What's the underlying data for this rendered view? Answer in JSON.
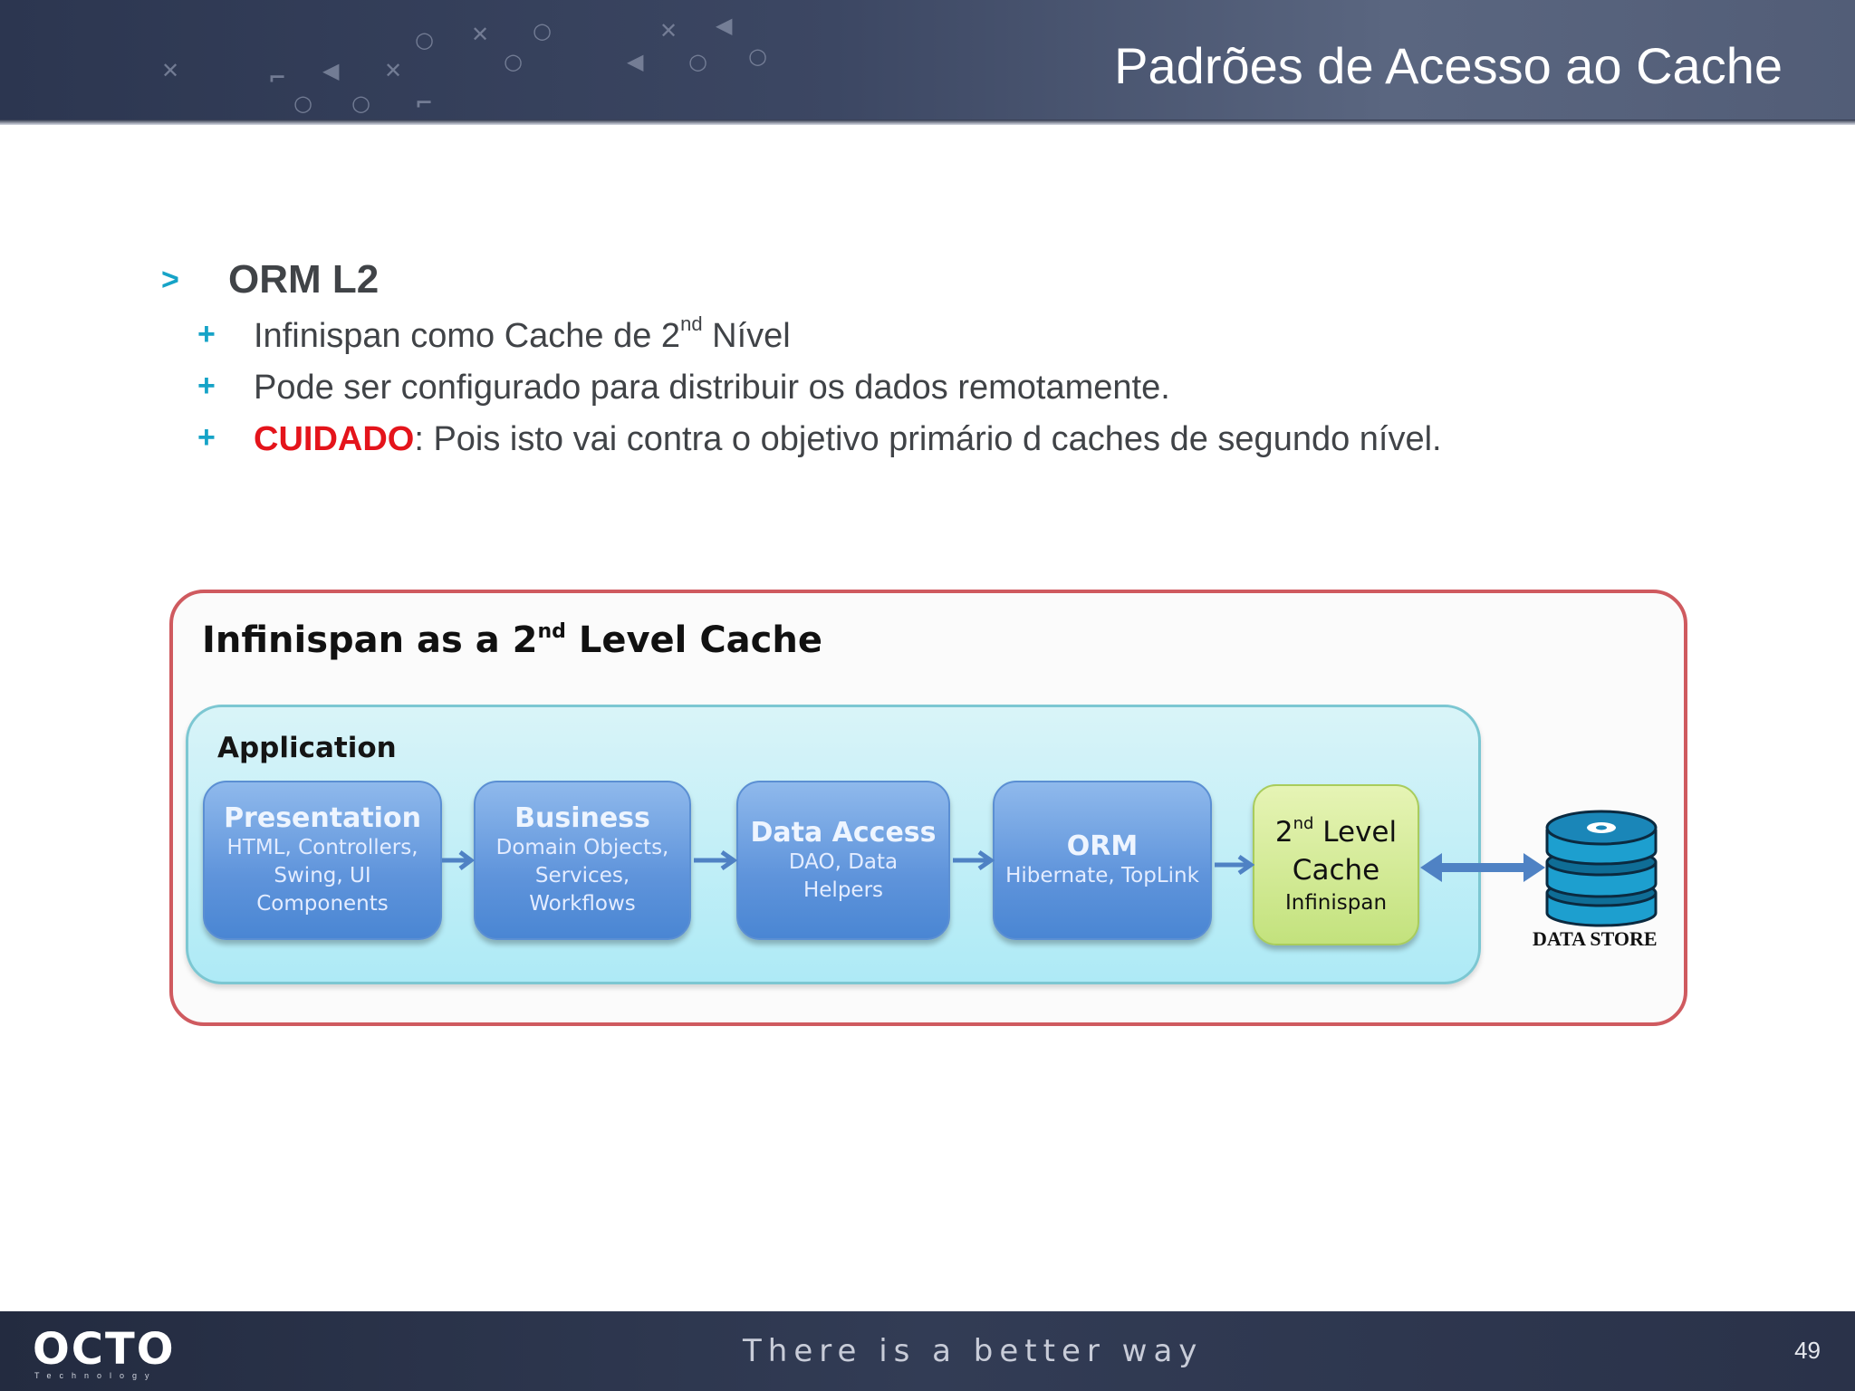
{
  "header": {
    "title": "Padrões de Acesso ao Cache"
  },
  "content": {
    "main_bullet": "ORM L2",
    "sub_bullets": [
      {
        "before": "Infinispan como Cache de 2",
        "sup": "nd",
        "after": " Nível"
      },
      {
        "text": "Pode ser configurado para distribuir os dados remotamente."
      },
      {
        "warning": "CUIDADO",
        "text": ": Pois isto vai contra o objetivo primário d caches de segundo nível."
      }
    ]
  },
  "diagram": {
    "title_before": "Infinispan as a 2",
    "title_sup": "nd",
    "title_after": " Level Cache",
    "app_label": "Application",
    "boxes": [
      {
        "title": "Presentation",
        "subtitle": "HTML, Controllers, Swing, UI Components"
      },
      {
        "title": "Business",
        "subtitle": "Domain Objects, Services, Workflows"
      },
      {
        "title": "Data Access",
        "subtitle": "DAO, Data Helpers"
      },
      {
        "title": "ORM",
        "subtitle": "Hibernate, TopLink"
      }
    ],
    "cache_box": {
      "line1_before": "2",
      "line1_sup": "nd",
      "line1_after": " Level",
      "line2": "Cache",
      "subtitle": "Infinispan"
    },
    "data_store_label": "DATA STORE"
  },
  "footer": {
    "logo": "OCTO",
    "logo_sub": "Technology",
    "tagline": "There is a better way",
    "page_number": "49"
  },
  "colors": {
    "accent": "#16a3c7",
    "warning": "#e4141b",
    "frame": "#cf5a5f",
    "box_blue": "#5f94db",
    "box_green": "#c3e27d"
  }
}
